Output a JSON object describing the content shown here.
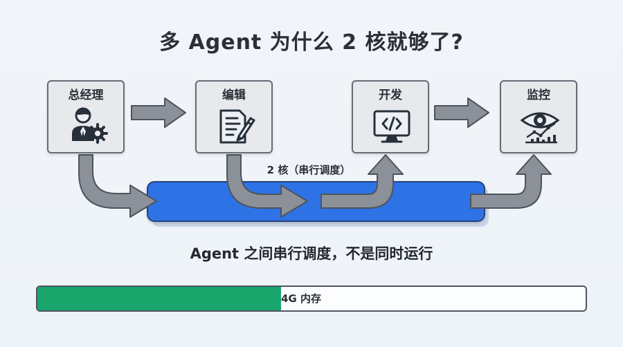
{
  "title": "多 Agent 为什么 2 核就够了?",
  "agents": [
    {
      "label": "总经理",
      "icon": "manager-gear-icon"
    },
    {
      "label": "编辑",
      "icon": "edit-document-icon"
    },
    {
      "label": "开发",
      "icon": "code-monitor-icon"
    },
    {
      "label": "监控",
      "icon": "eye-chart-icon"
    }
  ],
  "cpu_lane": {
    "label": "2 核（串行调度）",
    "color": "#2f73e6"
  },
  "caption": "Agent 之间串行调度，不是同时运行",
  "memory": {
    "label": "4G 内存",
    "used_fraction": 0.445,
    "fill_color": "#19a46c"
  },
  "colors": {
    "arrow": "#8b9099",
    "arrow_stroke": "#4d535d",
    "card_bg": "#e7e9ed"
  }
}
